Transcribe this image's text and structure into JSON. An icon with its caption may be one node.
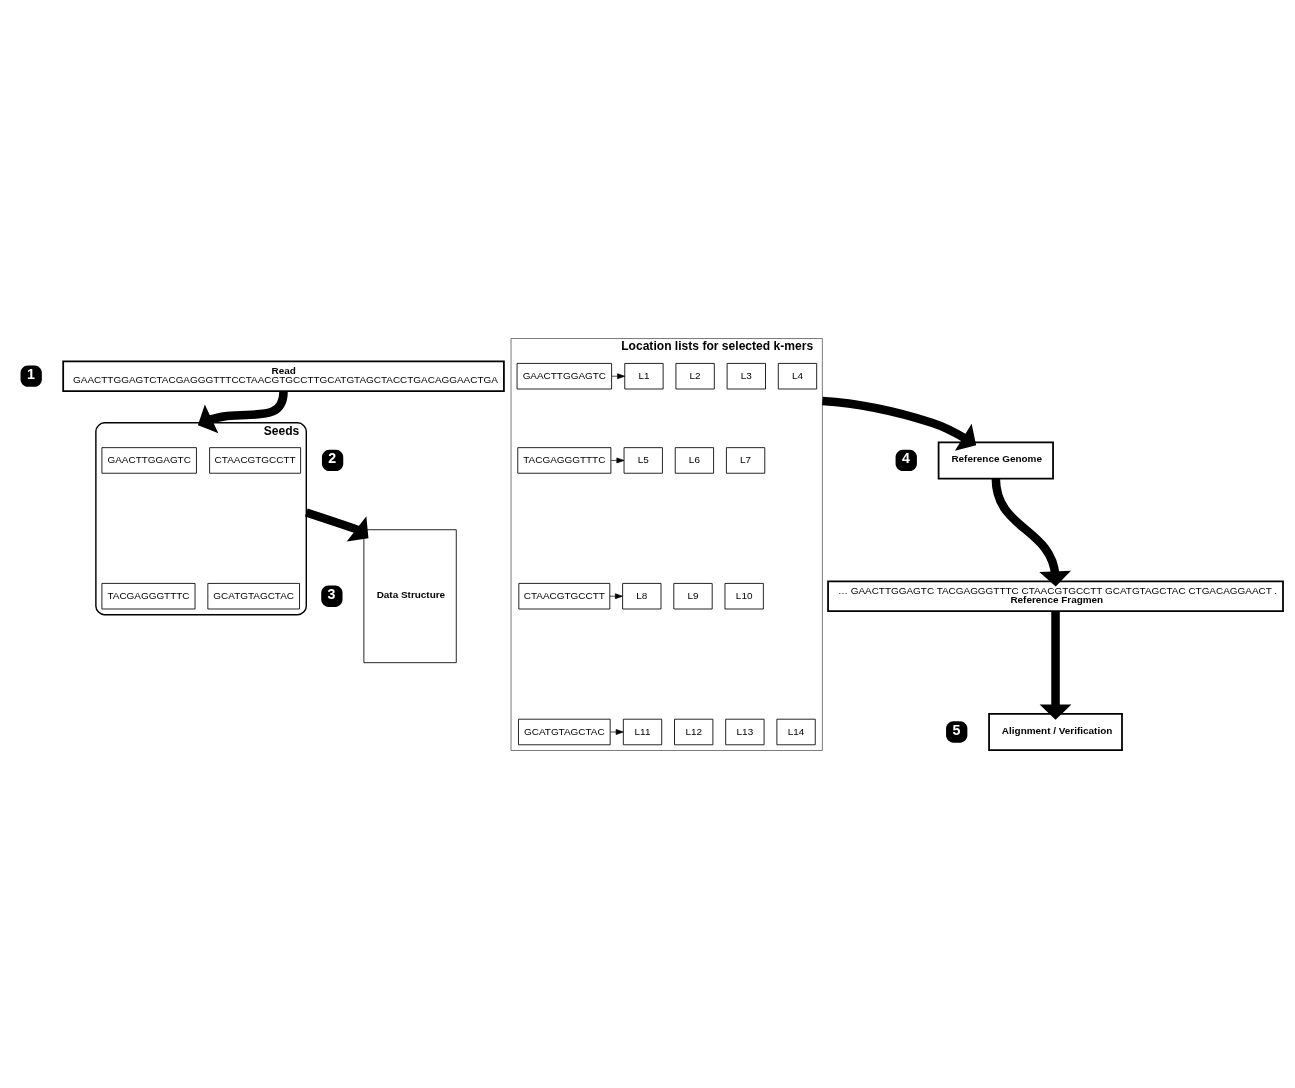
{
  "diagram": {
    "nodes": [
      {
        "text": [
          "Read",
          "GAACTTGGAGTCTACGAGGGTTTCCTAACGTGCCTTGCATGTAGCTACCTGACAGGAACTGA"
        ]
      },
      {
        "text": [
          "Seeds"
        ]
      },
      {
        "text": [
          "GAACTTGGAGTC"
        ],
        "in": 1
      },
      {
        "text": [
          "CTAACGTGCCTT"
        ],
        "in": 1
      },
      {
        "text": [
          "TACGAGGGTTTC"
        ],
        "in": 1
      },
      {
        "text": [
          "GCATGTAGCTAC"
        ],
        "in": 1
      },
      {
        "text": [
          "Data Structure"
        ]
      },
      {
        "text": [
          "Location lists for selected k-mers"
        ]
      },
      {
        "text": [
          "GAACTTGGAGTC"
        ],
        "in": 7
      },
      {
        "text": [
          "L1"
        ],
        "in": 7
      },
      {
        "text": [
          "L2"
        ],
        "in": 7
      },
      {
        "text": [
          "L3"
        ],
        "in": 7
      },
      {
        "text": [
          "L4"
        ],
        "in": 7
      },
      {
        "text": [
          "TACGAGGGTTTC"
        ],
        "in": 7
      },
      {
        "text": [
          "L5"
        ],
        "in": 7
      },
      {
        "text": [
          "L6"
        ],
        "in": 7
      },
      {
        "text": [
          "L7"
        ],
        "in": 7
      },
      {
        "text": [
          "CTAACGTGCCTT"
        ],
        "in": 7
      },
      {
        "text": [
          "L8"
        ],
        "in": 7
      },
      {
        "text": [
          "L9"
        ],
        "in": 7
      },
      {
        "text": [
          "L10"
        ],
        "in": 7
      },
      {
        "text": [
          "GCATGTAGCTAC"
        ],
        "in": 7
      },
      {
        "text": [
          "L11"
        ],
        "in": 7
      },
      {
        "text": [
          "L12"
        ],
        "in": 7
      },
      {
        "text": [
          "L13"
        ],
        "in": 7
      },
      {
        "text": [
          "L14"
        ],
        "in": 7
      },
      {
        "text": [
          "Reference Genome"
        ]
      },
      {
        "text": [
          "… GAACTTGGAGTC TACGAGGGTTTC CTAACGTGCCTT GCATGTAGCTAC CTGACAGGAACT .",
          "Reference Fragmen"
        ]
      },
      {
        "text": [
          "Alignment / Verification"
        ]
      }
    ],
    "edges": [
      {
        "from": 0,
        "to": 1,
        "arrow": "to"
      },
      {
        "from": 1,
        "to": 6,
        "arrow": "to"
      },
      {
        "from": 8,
        "to": 9,
        "arrow": "to"
      },
      {
        "from": 13,
        "to": 14,
        "arrow": "to"
      },
      {
        "from": 17,
        "to": 18,
        "arrow": "to"
      },
      {
        "from": 21,
        "to": 22,
        "arrow": "to"
      },
      {
        "from": 7,
        "to": 26,
        "arrow": "to"
      },
      {
        "from": 26,
        "to": 27,
        "arrow": "to"
      },
      {
        "from": 27,
        "to": 28,
        "arrow": "to"
      }
    ],
    "labels": [
      "1",
      "2",
      "3",
      "4",
      "5"
    ]
  }
}
